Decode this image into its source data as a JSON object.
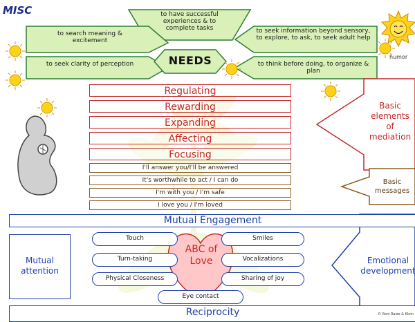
{
  "header": {
    "misc": "MISC",
    "humor": "humor"
  },
  "needs": {
    "title": "NEEDS",
    "items": [
      {
        "text": "to have successful experiences & to complete tasks"
      },
      {
        "text": "to search meaning & excitement"
      },
      {
        "text": "to seek information beyond sensory, to explore, to ask, to seek adult help"
      },
      {
        "text": "to seek clarity of perception"
      },
      {
        "text": "to think before doing, to organize & plan"
      }
    ]
  },
  "mediation_stages": [
    "Regulating",
    "Rewarding",
    "Expanding",
    "Affecting",
    "Focusing"
  ],
  "messages": [
    "I'll answer you/I'll be answered",
    "It's worthwhile to act / I can do",
    "I'm with you / I'm safe",
    "I love you / I'm loved"
  ],
  "arrows": {
    "mediation": "Basic elements of mediation",
    "messages": "Basic messages",
    "emotional": "Emotional development"
  },
  "engagement": {
    "title": "Mutual Engagement",
    "attention": "Mutual attention",
    "behaviors": [
      "Touch",
      "Smiles",
      "Turn-taking",
      "Vocalizations",
      "Physical Closeness",
      "Sharing of joy",
      "Eye contact"
    ],
    "heart": "ABC of Love",
    "bottom": "Reciprocity"
  },
  "credit": "© Roni Raize & Klein",
  "colors": {
    "needs_fill": "#d9f0b8",
    "needs_stroke": "#2e7d32",
    "stage_red": "#c62828",
    "message_brown": "#8d5a1b",
    "blue": "#1e3fa8",
    "heart_fill": "#ffc7c7",
    "sun": "#ffd21a"
  },
  "icons": [
    "sun-icon",
    "smiling-sun-icon",
    "mother-child-icon",
    "plant-watermark-icon"
  ]
}
